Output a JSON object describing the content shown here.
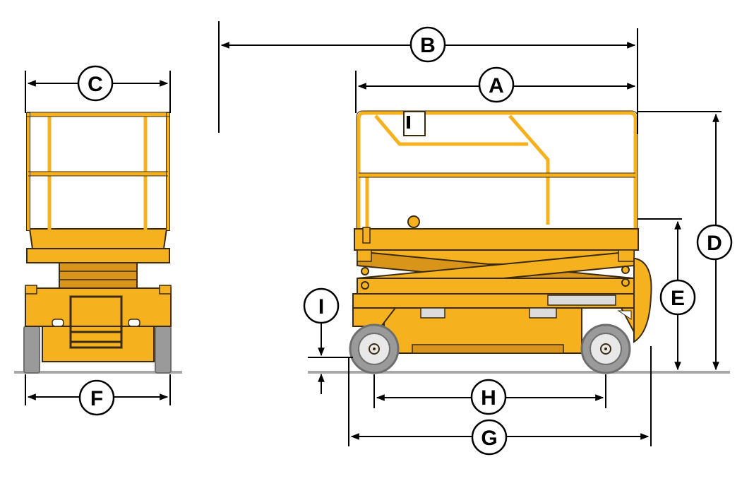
{
  "colors": {
    "body": "#F5B21E",
    "body_dark": "#D9951A",
    "outline": "#3a2a10",
    "tire": "#9a9a9a",
    "tire_dark": "#6e6e6e",
    "hub": "#e8e8e8",
    "ground": "#a8a8a8",
    "panel": "#dcdcdc",
    "line": "#000000"
  },
  "labels": {
    "A": "A",
    "B": "B",
    "C": "C",
    "D": "D",
    "E": "E",
    "F": "F",
    "G": "G",
    "H": "H",
    "I": "I"
  }
}
